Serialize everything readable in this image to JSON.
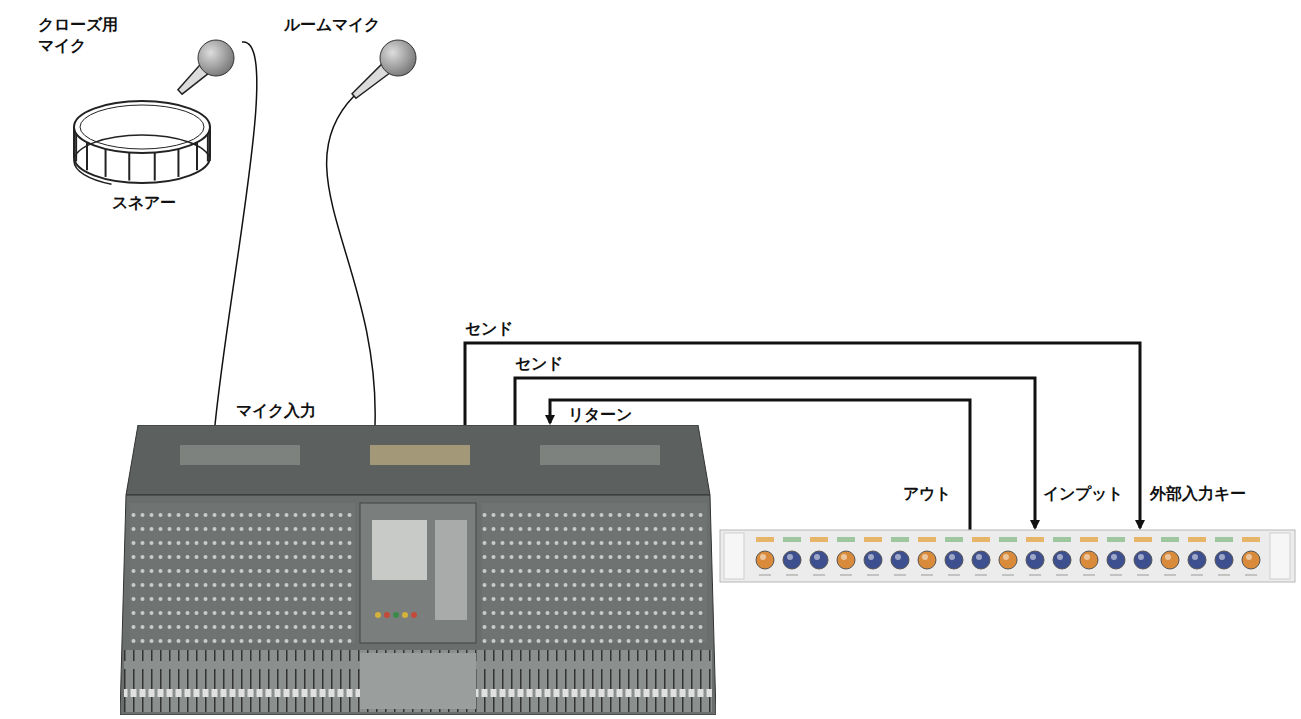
{
  "diagram": {
    "nodes": [
      {
        "text": [
          "クローズ用 マイク"
        ]
      },
      {
        "text": [
          "ルームマイク"
        ]
      },
      {
        "text": [
          "スネアー"
        ]
      },
      {
        "text": [
          "マイク入力"
        ]
      },
      {
        "text": [
          "アウト"
        ]
      },
      {
        "text": [
          "インプット"
        ]
      },
      {
        "text": [
          "外部入力キー"
        ]
      }
    ],
    "edges": [
      {
        "from": 0,
        "to": 3,
        "arrow": "none"
      },
      {
        "from": 1,
        "to": 3,
        "arrow": "none"
      },
      {
        "from": 3,
        "to": 5,
        "label": "センド",
        "arrow": "to"
      },
      {
        "from": 3,
        "to": 6,
        "label": "センド",
        "arrow": "to"
      },
      {
        "from": 4,
        "to": 3,
        "label": "リターン",
        "arrow": "to"
      }
    ]
  }
}
